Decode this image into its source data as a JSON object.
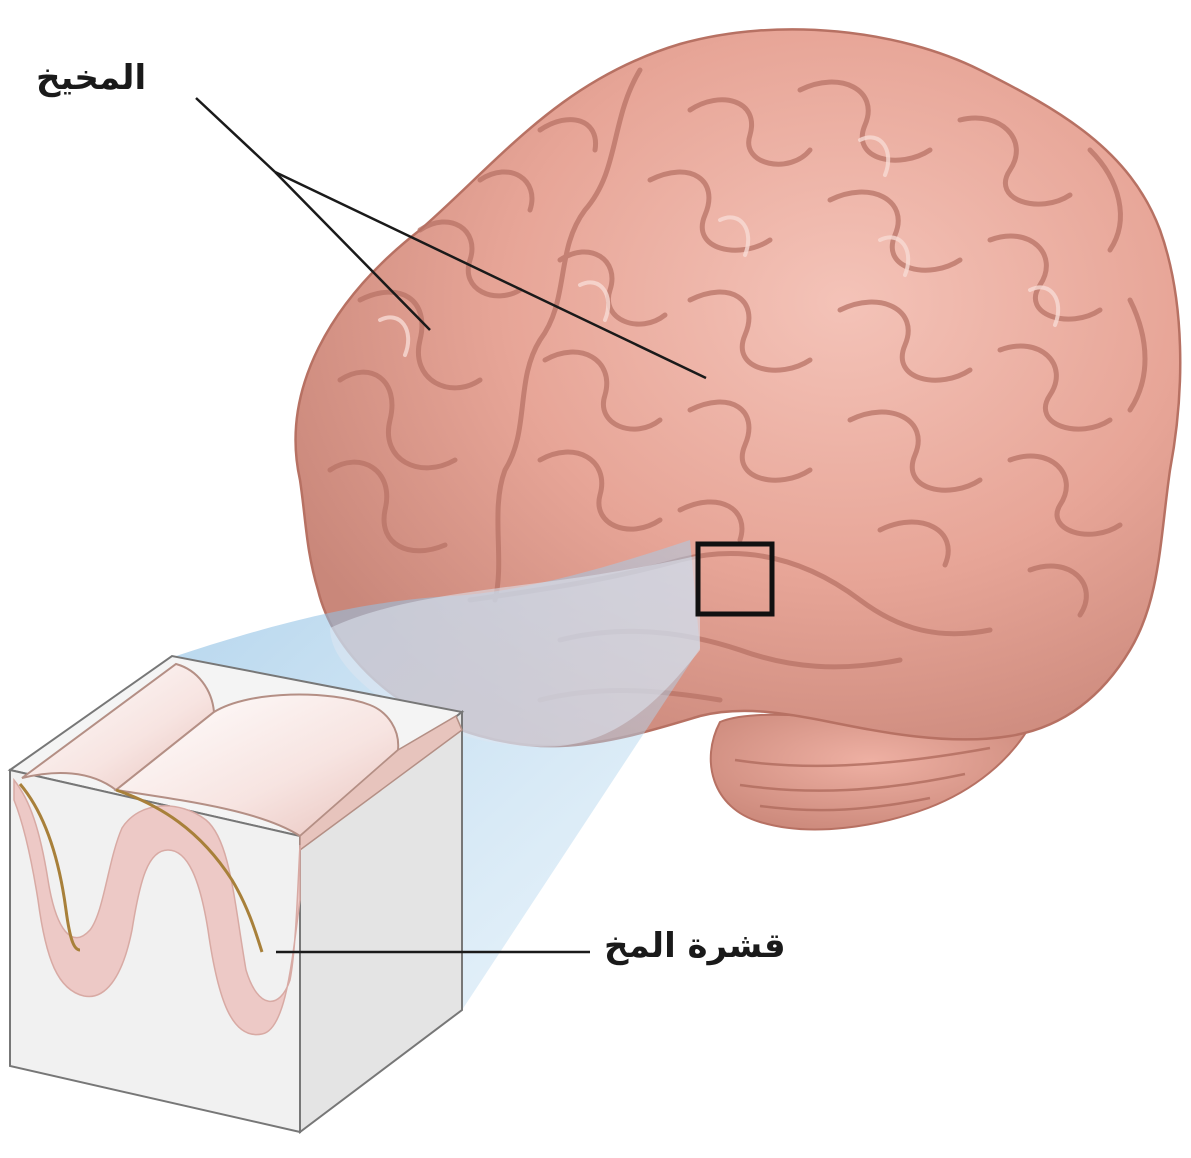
{
  "labels": {
    "cerebrum": "المخيخ",
    "cortex": "قشرة المخ"
  },
  "colors": {
    "brain_fill": "#e7a597",
    "brain_shadow": "#c9877a",
    "brain_highlight": "#f6cfc6",
    "gyri_line": "#b77163",
    "magnifier_blue": "#9cc9e8",
    "block_face": "#f1f1f1",
    "block_side": "#e6e6e6",
    "gray_matter": "#edc9c6",
    "leader_line": "#1a1a1a"
  },
  "icons": {
    "brain": "brain-illustration",
    "zoom": "zoom-square-icon",
    "section": "cortex-section-block"
  }
}
